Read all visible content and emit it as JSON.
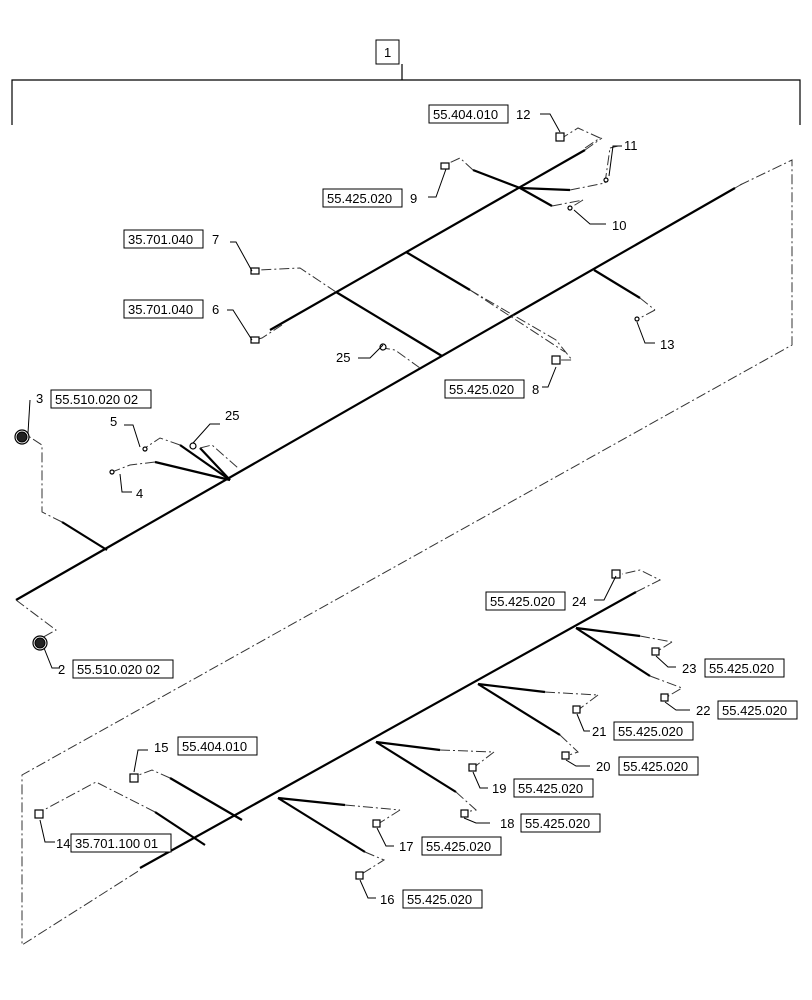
{
  "assembly": {
    "item": "1"
  },
  "callouts": [
    {
      "item": "2",
      "part": "55.510.020 02"
    },
    {
      "item": "3",
      "part": "55.510.020 02"
    },
    {
      "item": "4",
      "part": ""
    },
    {
      "item": "5",
      "part": ""
    },
    {
      "item": "6",
      "part": "35.701.040"
    },
    {
      "item": "7",
      "part": "35.701.040"
    },
    {
      "item": "8",
      "part": "55.425.020"
    },
    {
      "item": "9",
      "part": "55.425.020"
    },
    {
      "item": "10",
      "part": ""
    },
    {
      "item": "11",
      "part": ""
    },
    {
      "item": "12",
      "part": "55.404.010"
    },
    {
      "item": "13",
      "part": ""
    },
    {
      "item": "14",
      "part": "35.701.100 01"
    },
    {
      "item": "15",
      "part": "55.404.010"
    },
    {
      "item": "16",
      "part": "55.425.020"
    },
    {
      "item": "17",
      "part": "55.425.020"
    },
    {
      "item": "18",
      "part": "55.425.020"
    },
    {
      "item": "19",
      "part": "55.425.020"
    },
    {
      "item": "20",
      "part": "55.425.020"
    },
    {
      "item": "21",
      "part": "55.425.020"
    },
    {
      "item": "22",
      "part": "55.425.020"
    },
    {
      "item": "23",
      "part": "55.425.020"
    },
    {
      "item": "24",
      "part": "55.425.020"
    },
    {
      "item": "25",
      "part": ""
    },
    {
      "item": "25",
      "part": ""
    }
  ]
}
